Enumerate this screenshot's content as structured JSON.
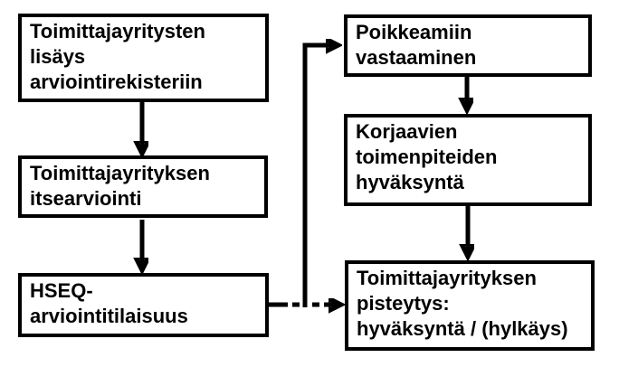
{
  "diagram": {
    "type": "flowchart",
    "language": "fi",
    "colors": {
      "foreground": "#000000",
      "background": "#ffffff",
      "box_fill": "#ffffff"
    },
    "boxes": {
      "supplier_registration": {
        "lines": [
          "Toimittajayritysten",
          "lisäys",
          "arviointirekisteriin"
        ]
      },
      "self_assessment": {
        "lines": [
          "Toimittajayrityksen",
          "itsearviointi"
        ]
      },
      "hseq_event": {
        "lines": [
          "HSEQ-",
          "arviointitilaisuus"
        ]
      },
      "nonconformities": {
        "lines": [
          "Poikkeamiin",
          "vastaaminen"
        ]
      },
      "corrective_actions": {
        "lines": [
          "Korjaavien",
          "toimenpiteiden",
          "hyväksyntä"
        ]
      },
      "scoring": {
        "lines": [
          "Toimittajayrityksen",
          "pisteytys:",
          "hyväksyntä / (hylkäys)"
        ]
      }
    },
    "connections": [
      {
        "from": "supplier_registration",
        "to": "self_assessment",
        "style": "solid"
      },
      {
        "from": "self_assessment",
        "to": "hseq_event",
        "style": "solid"
      },
      {
        "from": "hseq_event",
        "to": "nonconformities",
        "style": "solid"
      },
      {
        "from": "nonconformities",
        "to": "corrective_actions",
        "style": "solid"
      },
      {
        "from": "corrective_actions",
        "to": "scoring",
        "style": "solid"
      },
      {
        "from": "hseq_event",
        "to": "scoring",
        "style": "dashed"
      }
    ]
  }
}
